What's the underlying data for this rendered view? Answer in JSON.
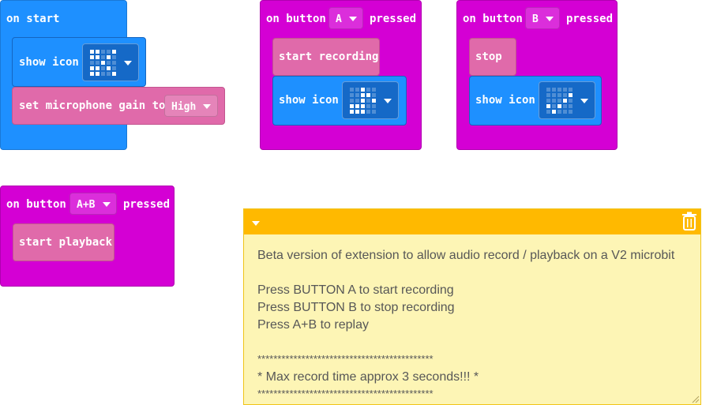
{
  "colors": {
    "basic_blue": "#1e90ff",
    "input_magenta": "#d400d4",
    "music_pink": "#e06aaa",
    "comment_header": "#ffb900",
    "comment_body": "#fdf5b5"
  },
  "block_on_start": {
    "title": "on start",
    "show_icon_label": "show icon",
    "show_icon_value": "scissors-icon",
    "mic_gain_label": "set microphone gain to",
    "mic_gain_value": "High"
  },
  "block_button_a": {
    "prefix": "on button",
    "button": "A",
    "suffix": "pressed",
    "action_label": "start recording",
    "show_icon_label": "show icon",
    "show_icon_value": "eighth-note-icon"
  },
  "block_button_b": {
    "prefix": "on button",
    "button": "B",
    "suffix": "pressed",
    "action_label": "stop",
    "show_icon_label": "show icon",
    "show_icon_value": "checkmark-icon"
  },
  "block_button_ab": {
    "prefix": "on button",
    "button": "A+B",
    "suffix": "pressed",
    "action_label": "start playback"
  },
  "comment": {
    "lines": [
      "Beta version of extension to allow audio record / playback on a V2 microbit",
      "Press BUTTON A to start recording",
      "Press BUTTON B to stop recording",
      "Press A+B to replay",
      "********************************************",
      "* Max record time approx 3 seconds!!!  *",
      "********************************************"
    ]
  }
}
